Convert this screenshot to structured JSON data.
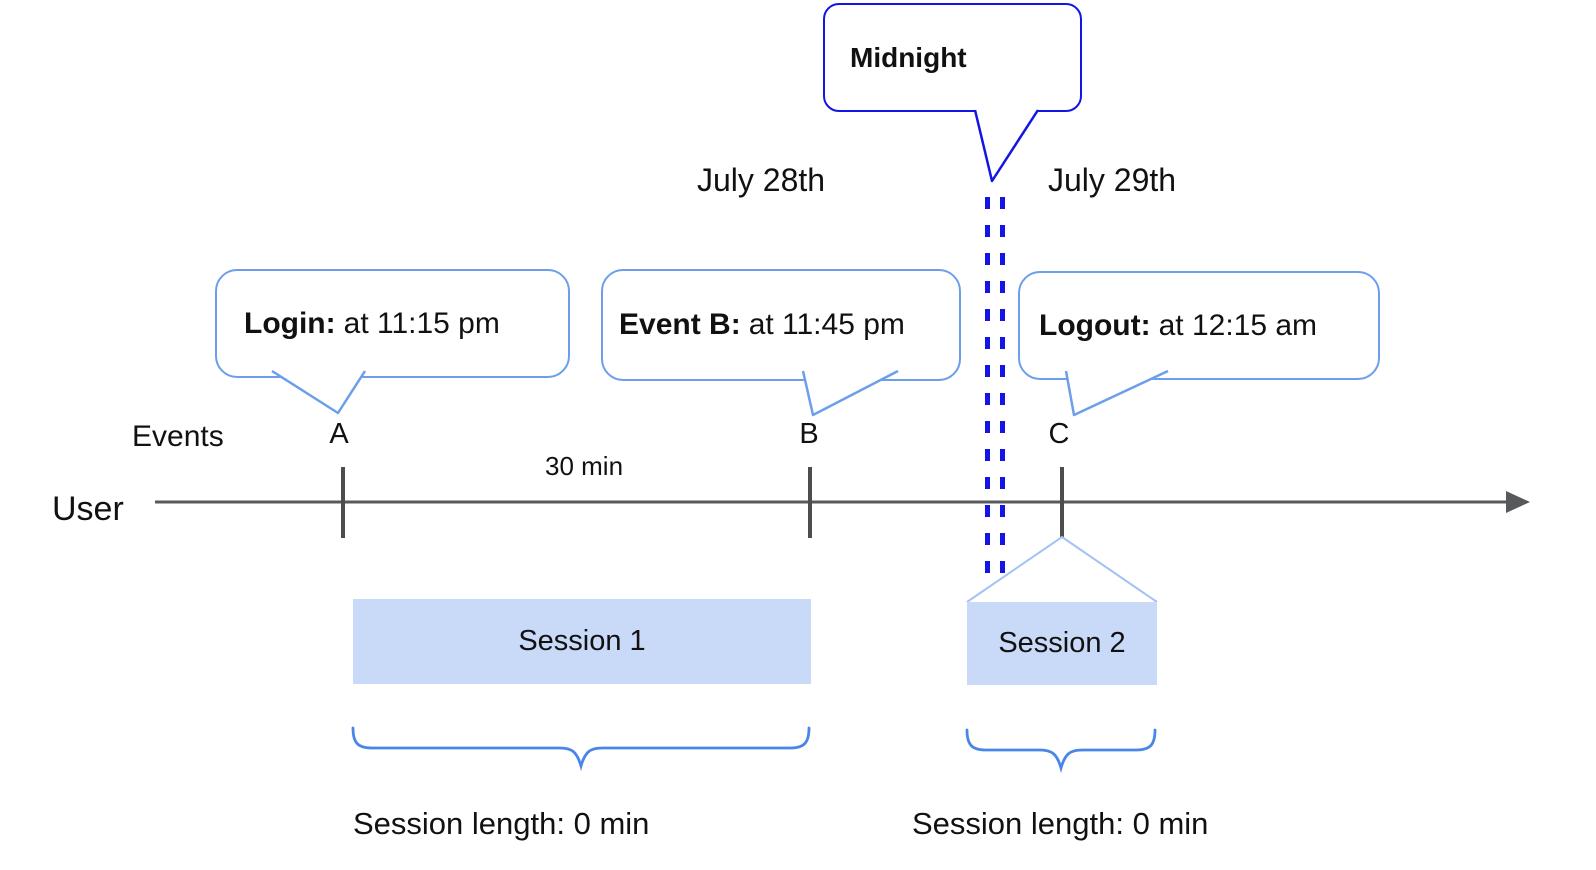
{
  "diagram": {
    "midnight_callout": {
      "text": "Midnight"
    },
    "date_labels": {
      "left": "July 28th",
      "right": "July 29th"
    },
    "event_callouts": [
      {
        "label": "Login:",
        "text": "at 11:15 pm"
      },
      {
        "label": "Event B:",
        "text": "at 11:45 pm"
      },
      {
        "label": "Logout:",
        "text": "at 12:15 am"
      }
    ],
    "timeline": {
      "row_label": "User",
      "events_label": "Events",
      "interval_label": "30 min",
      "marks": [
        "A",
        "B",
        "C"
      ]
    },
    "sessions": [
      {
        "name": "Session 1",
        "length_label": "Session length: 0 min"
      },
      {
        "name": "Session 2",
        "length_label": "Session length: 0 min"
      }
    ],
    "colors": {
      "callout_border": "#6d9eeb",
      "midnight_border": "#1414e6",
      "dashed_line": "#1414e6",
      "session_fill": "#c9daf8",
      "brace": "#4a86e8",
      "connector": "#a4c2f4",
      "axis": "#58595b",
      "text": "#111111"
    }
  }
}
